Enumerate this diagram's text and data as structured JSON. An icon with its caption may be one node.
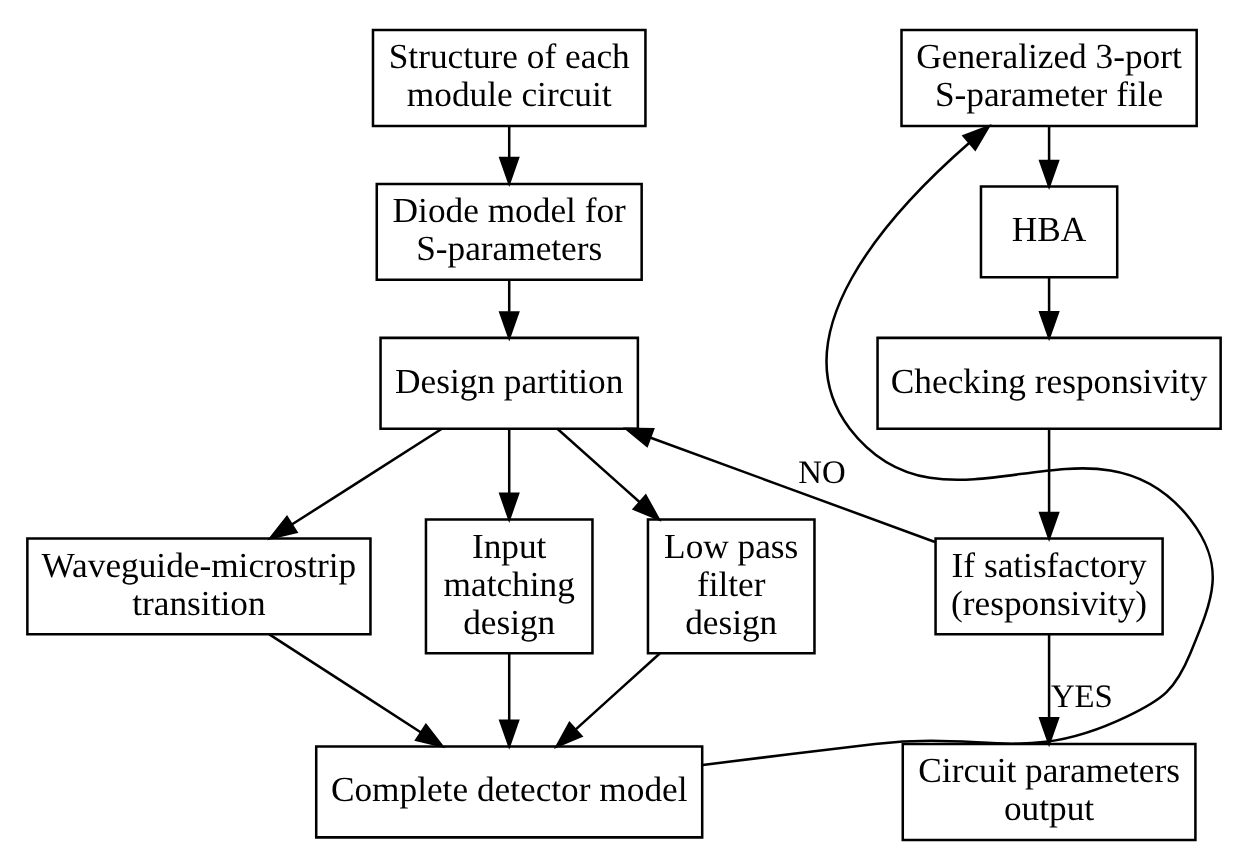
{
  "diagram": {
    "nodes": [
      {
        "text": [
          "Structure of each module circuit"
        ]
      },
      {
        "text": [
          "Diode model for S-parameters"
        ]
      },
      {
        "text": [
          "Design partition"
        ]
      },
      {
        "text": [
          "Waveguide-microstrip transition"
        ]
      },
      {
        "text": [
          "Input matching design"
        ]
      },
      {
        "text": [
          "Low pass filter design"
        ]
      },
      {
        "text": [
          "Complete detector model"
        ]
      },
      {
        "text": [
          "Generalized 3-port S-parameter file"
        ]
      },
      {
        "text": [
          "HBA"
        ]
      },
      {
        "text": [
          "Checking responsivity"
        ]
      },
      {
        "text": [
          "If satisfactory (responsivity)"
        ]
      },
      {
        "text": [
          "Circuit parameters output"
        ]
      }
    ],
    "edges": [
      {
        "from": 0,
        "to": 1,
        "arrow": "to"
      },
      {
        "from": 1,
        "to": 2,
        "arrow": "to"
      },
      {
        "from": 2,
        "to": 3,
        "arrow": "to"
      },
      {
        "from": 2,
        "to": 4,
        "arrow": "to"
      },
      {
        "from": 2,
        "to": 5,
        "arrow": "to"
      },
      {
        "from": 3,
        "to": 6,
        "arrow": "to"
      },
      {
        "from": 4,
        "to": 6,
        "arrow": "to"
      },
      {
        "from": 5,
        "to": 6,
        "arrow": "to"
      },
      {
        "from": 6,
        "to": 7,
        "arrow": "to"
      },
      {
        "from": 7,
        "to": 8,
        "arrow": "to"
      },
      {
        "from": 8,
        "to": 9,
        "arrow": "to"
      },
      {
        "from": 9,
        "to": 10,
        "arrow": "to"
      },
      {
        "from": 10,
        "to": 2,
        "arrow": "to",
        "label": "NO"
      },
      {
        "from": 10,
        "to": 11,
        "arrow": "to",
        "label": "YES"
      }
    ]
  }
}
